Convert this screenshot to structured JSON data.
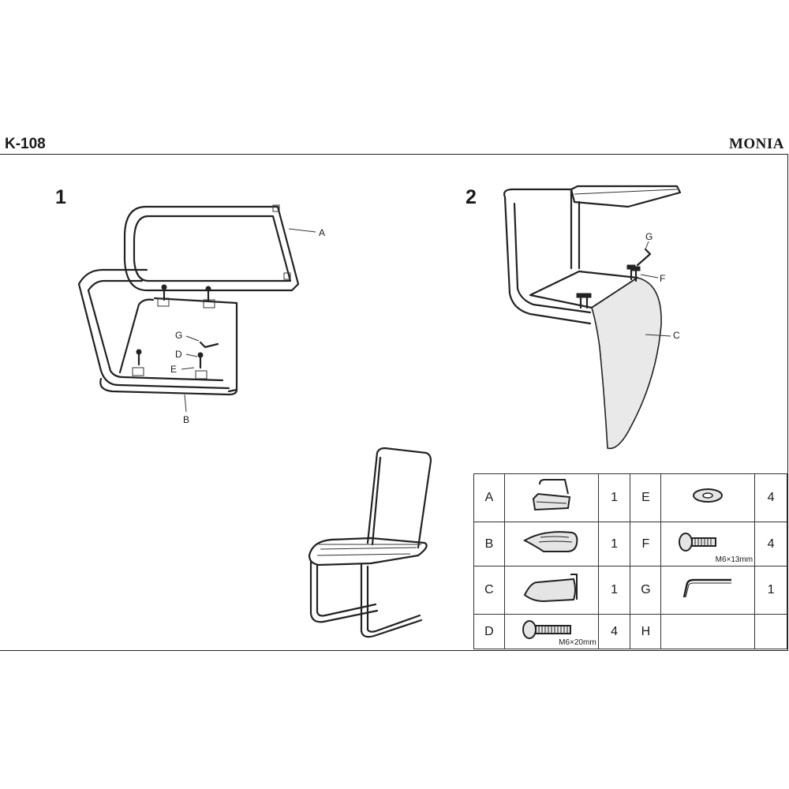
{
  "header": {
    "code": "K-108",
    "name": "MONIA"
  },
  "steps": [
    {
      "number": "1",
      "labels": {
        "A": "A",
        "B": "B",
        "G": "G",
        "D": "D",
        "E": "E"
      }
    },
    {
      "number": "2",
      "labels": {
        "G": "G",
        "F": "F",
        "C": "C"
      }
    }
  ],
  "parts": [
    {
      "letter": "A",
      "icon": "frame-part-icon",
      "qty": "1"
    },
    {
      "letter": "B",
      "icon": "seat-part-icon",
      "qty": "1"
    },
    {
      "letter": "C",
      "icon": "backrest-part-icon",
      "qty": "1"
    },
    {
      "letter": "D",
      "icon": "bolt-icon",
      "qty": "4",
      "size": "M6×20mm"
    },
    {
      "letter": "E",
      "icon": "washer-icon",
      "qty": "4"
    },
    {
      "letter": "F",
      "icon": "bolt-icon",
      "qty": "4",
      "size": "M6×13mm"
    },
    {
      "letter": "G",
      "icon": "allen-key-icon",
      "qty": "1"
    },
    {
      "letter": "H",
      "icon": "",
      "qty": ""
    }
  ]
}
